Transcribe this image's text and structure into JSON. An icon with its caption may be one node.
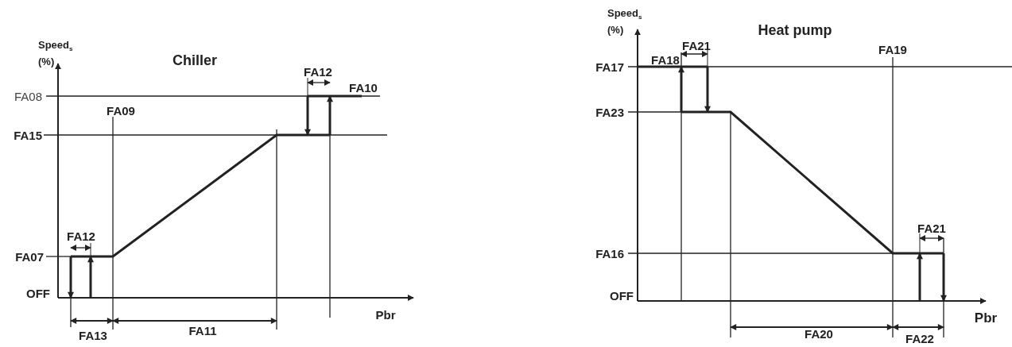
{
  "diagram": {
    "labels": [
      "Speed$_{s}$",
      "(%)",
      "Chiller",
      "FA12",
      "FA10",
      "FA08",
      "FA09",
      "FA15",
      "FA12",
      "FA07",
      "OFF",
      "Pbr",
      "FA13",
      "FA11",
      "Speed$_{s}$",
      "(%)",
      "Heat pump",
      "FA21",
      "FA18",
      "FA19",
      "FA17",
      "FA23",
      "FA21",
      "FA16",
      "OFF",
      "Pbr",
      "FA20",
      "FA22"
    ]
  }
}
